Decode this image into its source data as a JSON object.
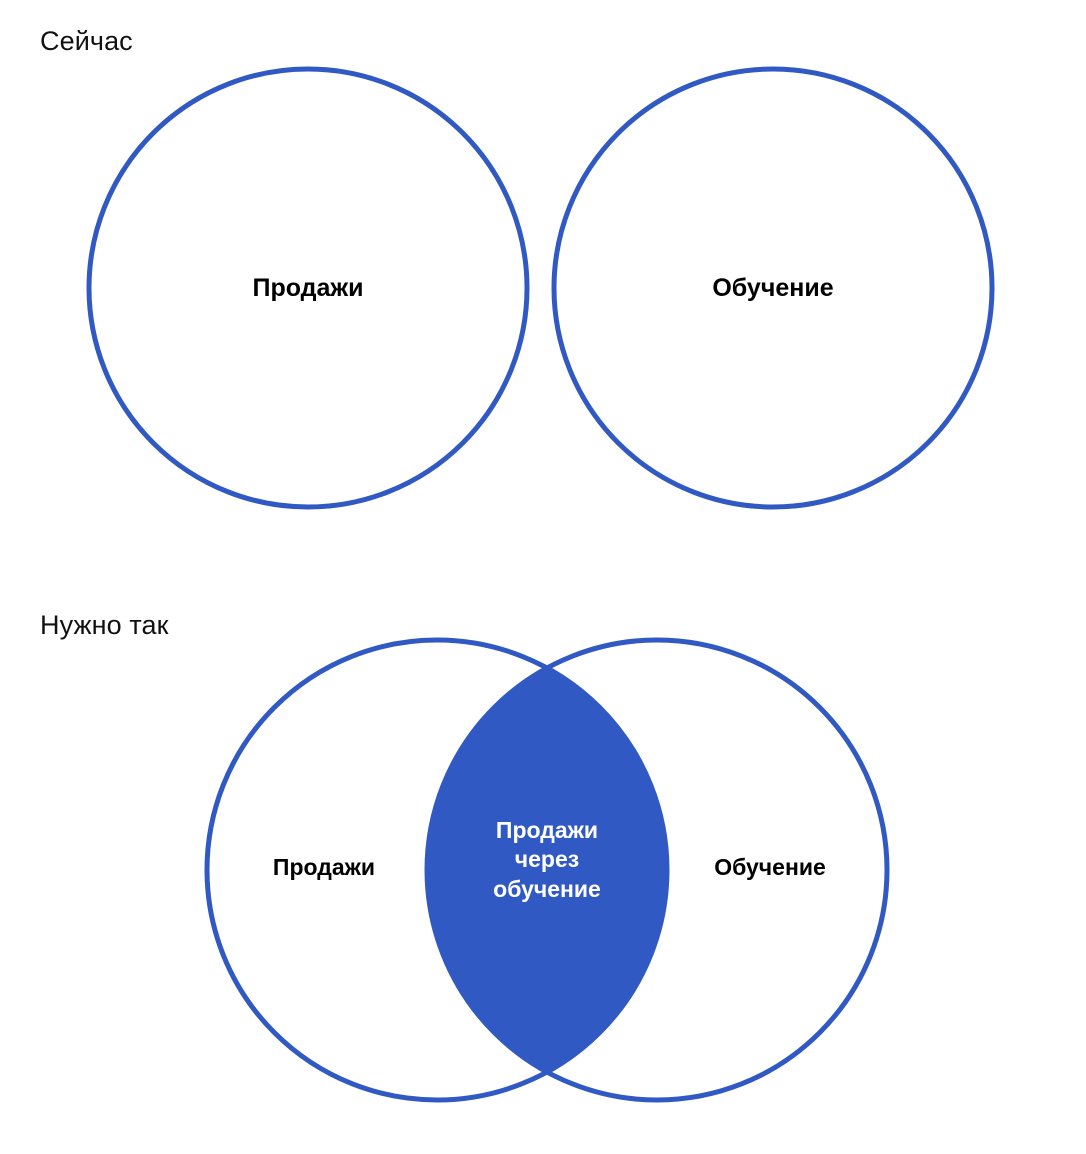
{
  "diagram": {
    "title_now": "Сейчас",
    "title_needed": "Нужно так",
    "accent_color": "#3159c4",
    "text_color_dark": "#000000",
    "text_color_light": "#ffffff",
    "background_color": "#ffffff",
    "top": {
      "left_circle_label": "Продажи",
      "right_circle_label": "Обучение",
      "overlap": "none"
    },
    "bottom": {
      "left_circle_label": "Продажи",
      "right_circle_label": "Обучение",
      "intersection_label": "Продажи через обучение",
      "intersection_line_1": "Продажи",
      "intersection_line_2": "через",
      "intersection_line_3": "обучение"
    }
  }
}
